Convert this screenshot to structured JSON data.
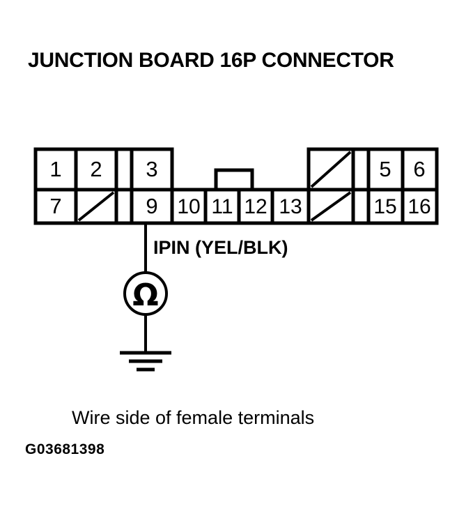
{
  "title": "JUNCTION BOARD 16P CONNECTOR",
  "connector": {
    "pin_count_label": "16P",
    "top_row": [
      {
        "label": "1",
        "type": "pin"
      },
      {
        "label": "2",
        "type": "pin"
      },
      {
        "label": "",
        "type": "gap"
      },
      {
        "label": "3",
        "type": "pin"
      },
      {
        "label": "",
        "type": "recess"
      },
      {
        "label": "",
        "type": "blank-diagonal"
      },
      {
        "label": "",
        "type": "gap"
      },
      {
        "label": "5",
        "type": "pin"
      },
      {
        "label": "6",
        "type": "pin"
      }
    ],
    "bottom_row": [
      {
        "label": "7",
        "type": "pin"
      },
      {
        "label": "",
        "type": "blank-diagonal"
      },
      {
        "label": "",
        "type": "gap"
      },
      {
        "label": "9",
        "type": "pin"
      },
      {
        "label": "10",
        "type": "pin"
      },
      {
        "label": "11",
        "type": "pin"
      },
      {
        "label": "12",
        "type": "pin"
      },
      {
        "label": "13",
        "type": "pin"
      },
      {
        "label": "",
        "type": "blank-diagonal"
      },
      {
        "label": "",
        "type": "gap"
      },
      {
        "label": "15",
        "type": "pin"
      },
      {
        "label": "16",
        "type": "pin"
      }
    ]
  },
  "measurement": {
    "wire_label": "IPIN (YEL/BLK)",
    "probe_pin": "9",
    "meter_symbol": "Ω",
    "meter_type": "ohmmeter",
    "ground": "chassis-ground"
  },
  "caption": "Wire side of female terminals",
  "figure_id": "G03681398",
  "colors": {
    "line": "#000000",
    "background": "#ffffff"
  }
}
